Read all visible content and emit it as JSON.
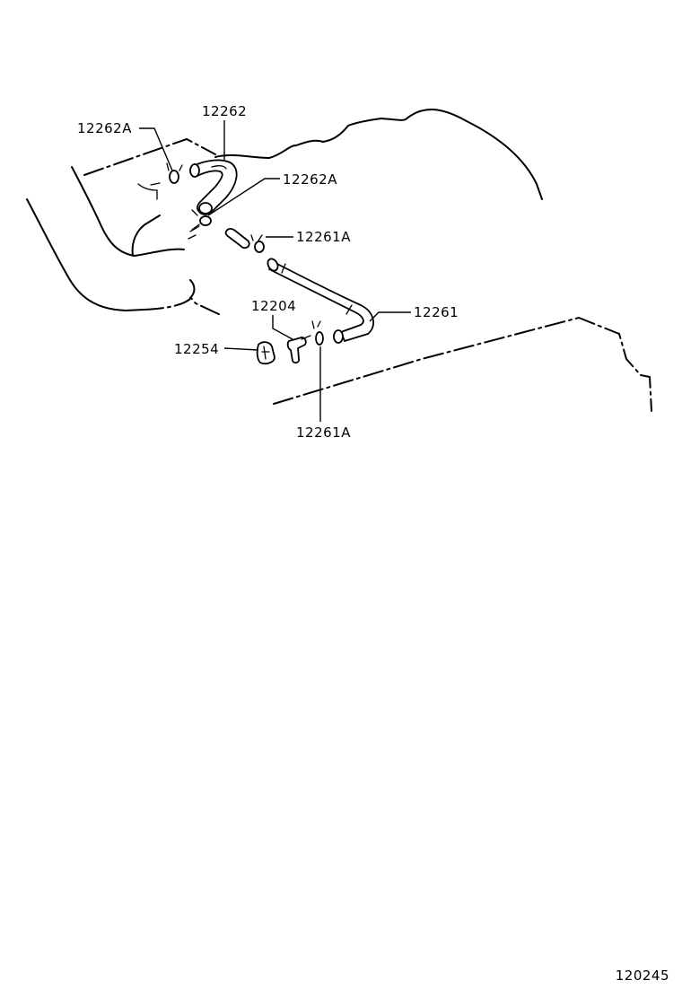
{
  "diagram": {
    "labels": {
      "clamp_upper_left": "12262A",
      "hose_upper": "12262",
      "clamp_upper_right": "12262A",
      "clamp_mid": "12261A",
      "hose_main": "12261",
      "valve": "12204",
      "grommet": "12254",
      "clamp_lower": "12261A"
    },
    "reference_code": "120245"
  }
}
